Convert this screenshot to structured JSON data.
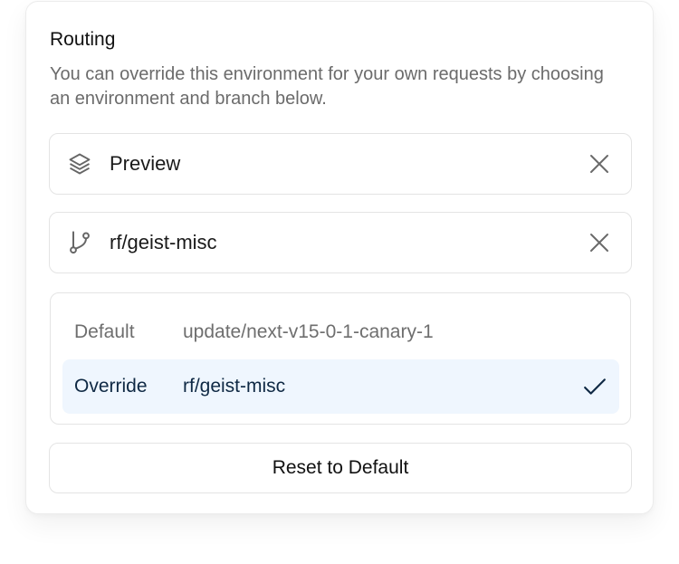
{
  "panel": {
    "title": "Routing",
    "description": "You can override this environment for your own requests by choosing an environment and branch below."
  },
  "environment_field": {
    "icon": "layers-icon",
    "value": "Preview",
    "clear_icon": "close-icon"
  },
  "branch_field": {
    "icon": "git-branch-icon",
    "value": "rf/geist-misc",
    "clear_icon": "close-icon"
  },
  "routes": [
    {
      "label": "Default",
      "value": "update/next-v15-0-1-canary-1",
      "selected": false
    },
    {
      "label": "Override",
      "value": "rf/geist-misc",
      "selected": true,
      "icon": "check-icon"
    }
  ],
  "reset_button": {
    "label": "Reset to Default"
  },
  "colors": {
    "selected_row_bg": "#eff6fe",
    "selected_text": "#0f2944",
    "muted_text": "#6e6e6e",
    "border": "#e4e4e4"
  }
}
